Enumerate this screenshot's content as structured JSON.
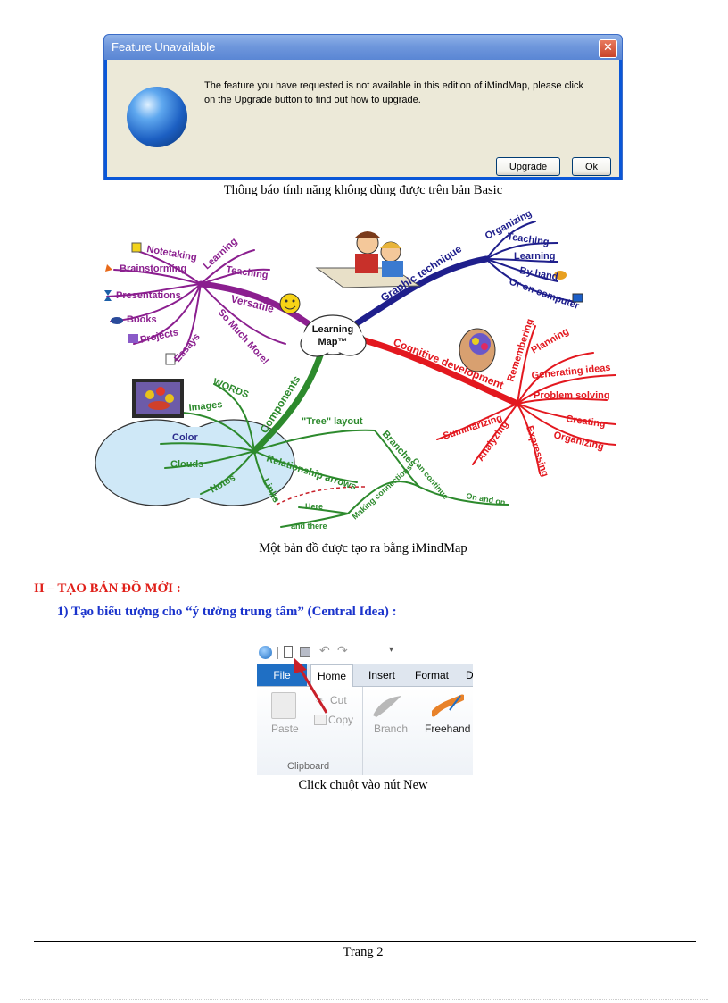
{
  "dialog": {
    "title": "Feature Unavailable",
    "close_glyph": "✕",
    "message": "The feature you have requested is not available in this edition of iMindMap, please click on the Upgrade button to find out how to upgrade.",
    "upgrade_label": "Upgrade",
    "ok_label": "Ok",
    "icon": "globe-icon"
  },
  "captions": {
    "dialog": "Thông báo tính năng không dùng được trên bản Basic",
    "mindmap": "Một bản đồ được tạo ra bằng iMindMap",
    "ribbon": "Click chuột vào nút New"
  },
  "mindmap": {
    "center": [
      "Learning",
      "Map™"
    ],
    "versatile": "Versatile",
    "versatile_items": [
      "Notetaking",
      "Brainstorming",
      "Presentations",
      "Books",
      "Projects",
      "Essays"
    ],
    "learning": "Learning",
    "teaching": "Teaching",
    "so_much_more": "So Much More!",
    "graphic": "Graphic technique",
    "graphic_items": [
      "Organizing",
      "Teaching",
      "Learning",
      "By hand",
      "Or on computer"
    ],
    "cognitive": "Cognitive development",
    "remembering": "Remembering",
    "cognitive_right": [
      "Planning",
      "Generating ideas",
      "Problem solving",
      "Creating",
      "Organizing"
    ],
    "summarizing": "Summarizing",
    "analyzing": "Analyzing",
    "expressing": "Expressing",
    "components": "Components",
    "words": "WORDS",
    "images": "Images",
    "color": "Color",
    "clouds": "Clouds",
    "notes": "Notes",
    "links": "Links",
    "tree_layout": "\"Tree\" layout",
    "relationship": "Relationship arrows",
    "branches": "Branches",
    "can_continue": "Can continue",
    "on_and_on": "On and on",
    "making_connections": "Making connections",
    "here": "Here",
    "and_there": "and there"
  },
  "section": {
    "heading": "II – TẠO BẢN ĐỒ MỚI :",
    "subheading": "1) Tạo biểu tượng cho “ý tưởng trung tâm” (Central Idea) :"
  },
  "ribbon": {
    "tabs": [
      "File",
      "Home",
      "Insert",
      "Format",
      "D"
    ],
    "paste": "Paste",
    "cut": "Cut",
    "copy": "Copy",
    "branch": "Branch",
    "freehand": "Freehand",
    "group": "Clipboard"
  },
  "footer": {
    "page": "Trang 2"
  },
  "colors": {
    "heading_red": "#e0201a",
    "subheading_blue": "#1a33cc",
    "file_tab": "#1f6fc4"
  }
}
